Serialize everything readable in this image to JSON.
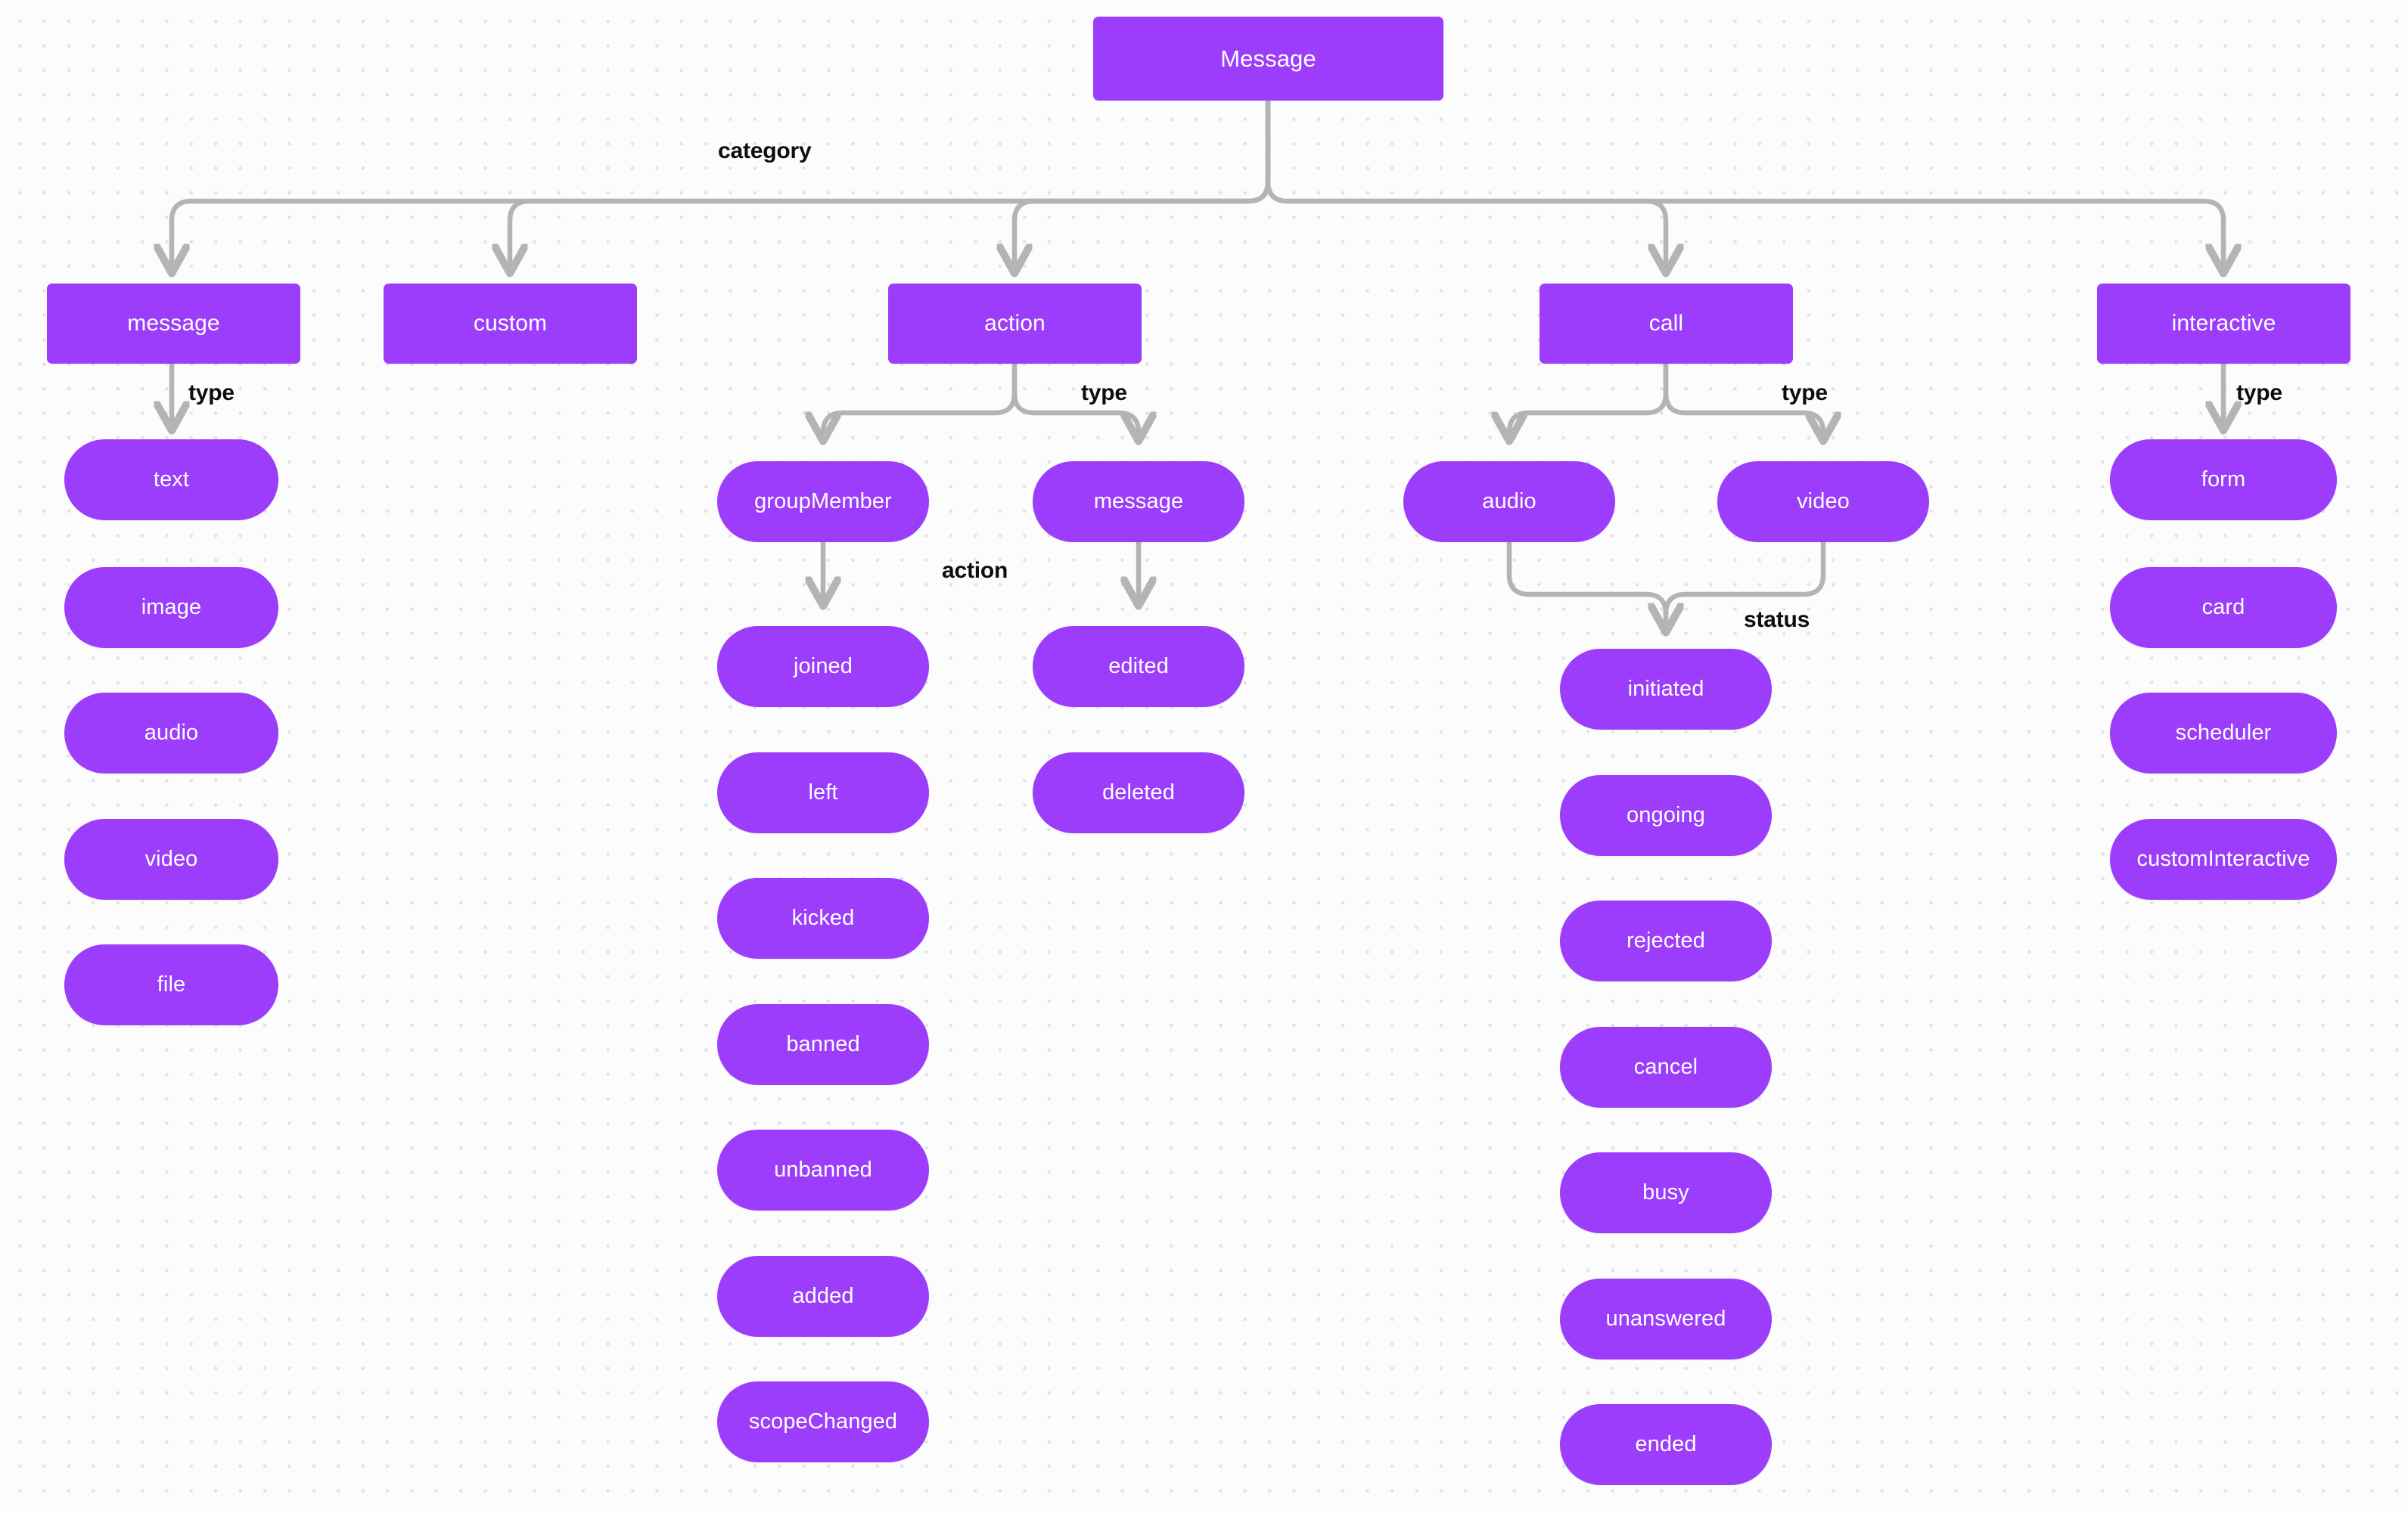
{
  "diagram": {
    "title": "Message",
    "colors": {
      "node_fill": "#9b3dfa",
      "node_text": "#ffffff",
      "edge_stroke": "#b4b4b4",
      "label_text": "#0d0d0d",
      "background": "#fcfcfc",
      "grid_dot": "#e3e3e3"
    },
    "root": {
      "label": "Message"
    },
    "edge_labels": {
      "category": "category",
      "message_type": "type",
      "action_type": "type",
      "action_action": "action",
      "call_type": "type",
      "call_status": "status",
      "interactive_type": "type"
    },
    "categories": [
      {
        "label": "message"
      },
      {
        "label": "custom"
      },
      {
        "label": "action"
      },
      {
        "label": "call"
      },
      {
        "label": "interactive"
      }
    ],
    "message_types": [
      {
        "label": "text"
      },
      {
        "label": "image"
      },
      {
        "label": "audio"
      },
      {
        "label": "video"
      },
      {
        "label": "file"
      }
    ],
    "action_types": [
      {
        "label": "groupMember"
      },
      {
        "label": "message"
      }
    ],
    "group_member_actions": [
      {
        "label": "joined"
      },
      {
        "label": "left"
      },
      {
        "label": "kicked"
      },
      {
        "label": "banned"
      },
      {
        "label": "unbanned"
      },
      {
        "label": "added"
      },
      {
        "label": "scopeChanged"
      }
    ],
    "message_actions": [
      {
        "label": "edited"
      },
      {
        "label": "deleted"
      }
    ],
    "call_types": [
      {
        "label": "audio"
      },
      {
        "label": "video"
      }
    ],
    "call_statuses": [
      {
        "label": "initiated"
      },
      {
        "label": "ongoing"
      },
      {
        "label": "rejected"
      },
      {
        "label": "cancel"
      },
      {
        "label": "busy"
      },
      {
        "label": "unanswered"
      },
      {
        "label": "ended"
      }
    ],
    "interactive_types": [
      {
        "label": "form"
      },
      {
        "label": "card"
      },
      {
        "label": "scheduler"
      },
      {
        "label": "customInteractive"
      }
    ]
  }
}
